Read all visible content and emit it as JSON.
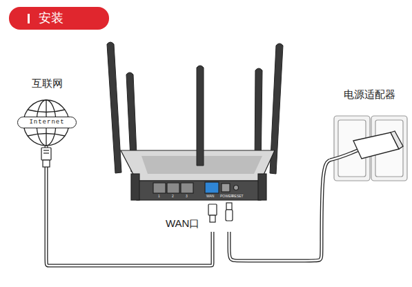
{
  "diagram": {
    "title": "安装",
    "nodes": [
      {
        "text": [
          "互联网",
          "Internet"
        ]
      },
      {
        "text": [
          "WAN口"
        ]
      },
      {
        "text": [
          "电源适配器"
        ]
      }
    ],
    "edges": [
      {
        "from": 0,
        "to": 1,
        "arrow": "none"
      },
      {
        "from": 2,
        "to": 1,
        "arrow": "none"
      }
    ],
    "labels": [
      "1",
      "2",
      "3",
      "WAN",
      "POWER",
      "RESET"
    ]
  }
}
